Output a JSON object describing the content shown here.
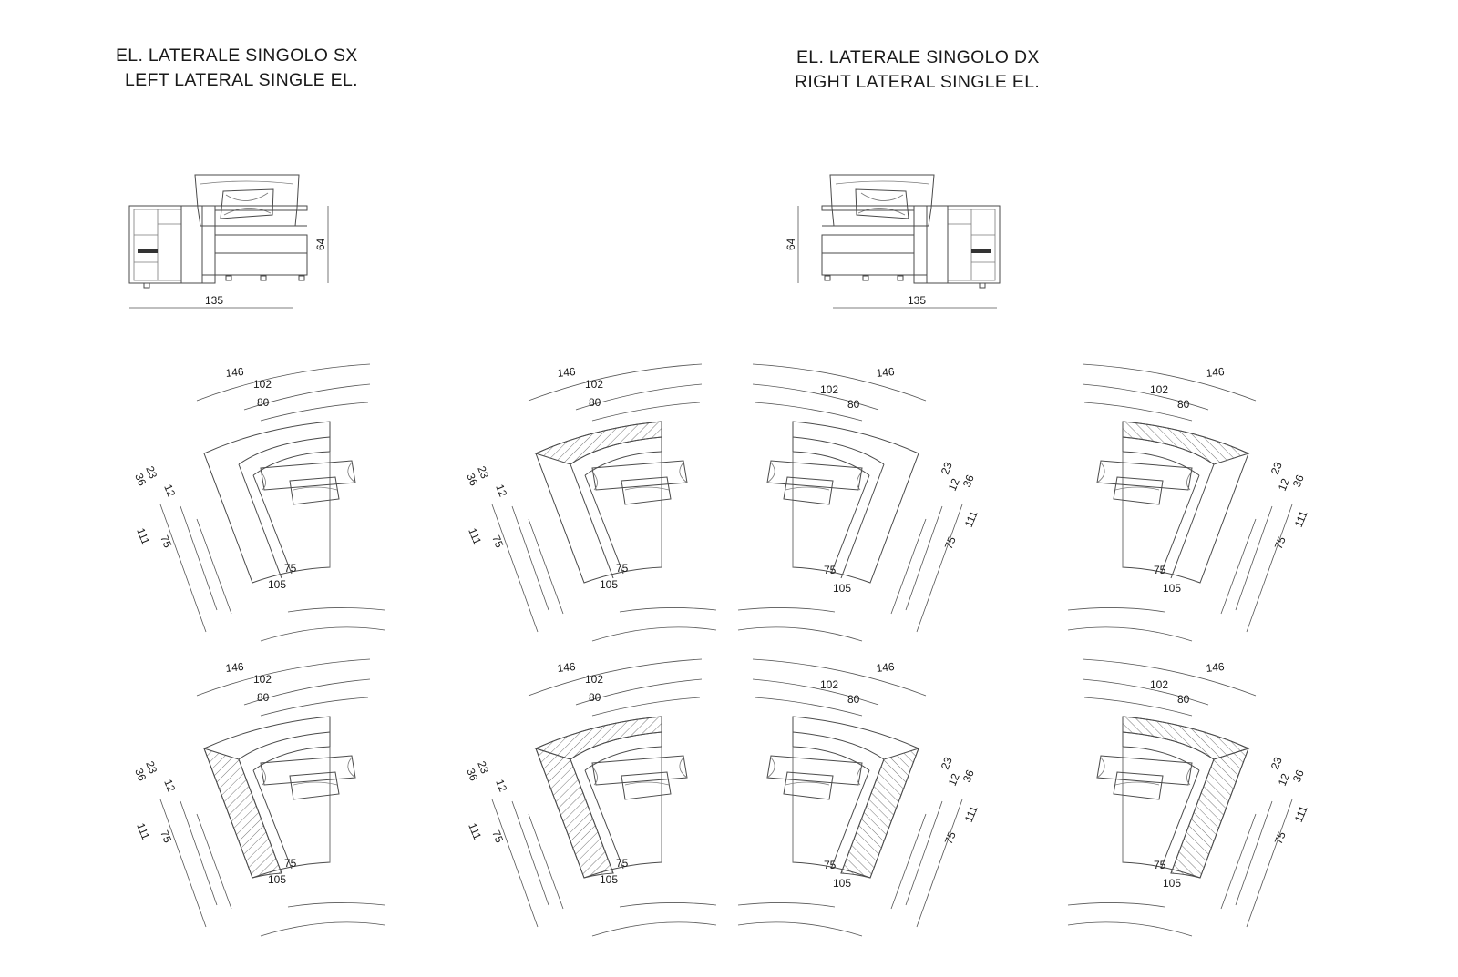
{
  "titles": {
    "left": {
      "it": "EL. LATERALE SINGOLO SX",
      "en": "LEFT LATERAL SINGLE EL."
    },
    "right": {
      "it": "EL. LATERALE SINGOLO DX",
      "en": "RIGHT LATERAL SINGLE EL."
    }
  },
  "front_views": {
    "left": {
      "width": "135",
      "height": "64"
    },
    "right": {
      "width": "135",
      "height": "64"
    }
  },
  "plan_dims": {
    "outer_back": "146",
    "mid_back": "102",
    "inner_back": "80",
    "side_a": "23",
    "side_b": "12",
    "side_c": "36",
    "side_outer": "111",
    "side_inner": "75",
    "front_inner": "75",
    "front_outer": "105"
  },
  "plans": [
    {
      "row": 1,
      "mirror": false,
      "hatch": "none"
    },
    {
      "row": 1,
      "mirror": false,
      "hatch": "back"
    },
    {
      "row": 1,
      "mirror": true,
      "hatch": "none"
    },
    {
      "row": 1,
      "mirror": true,
      "hatch": "back"
    },
    {
      "row": 2,
      "mirror": false,
      "hatch": "side"
    },
    {
      "row": 2,
      "mirror": false,
      "hatch": "back-side"
    },
    {
      "row": 2,
      "mirror": true,
      "hatch": "side"
    },
    {
      "row": 2,
      "mirror": true,
      "hatch": "back-side"
    }
  ]
}
